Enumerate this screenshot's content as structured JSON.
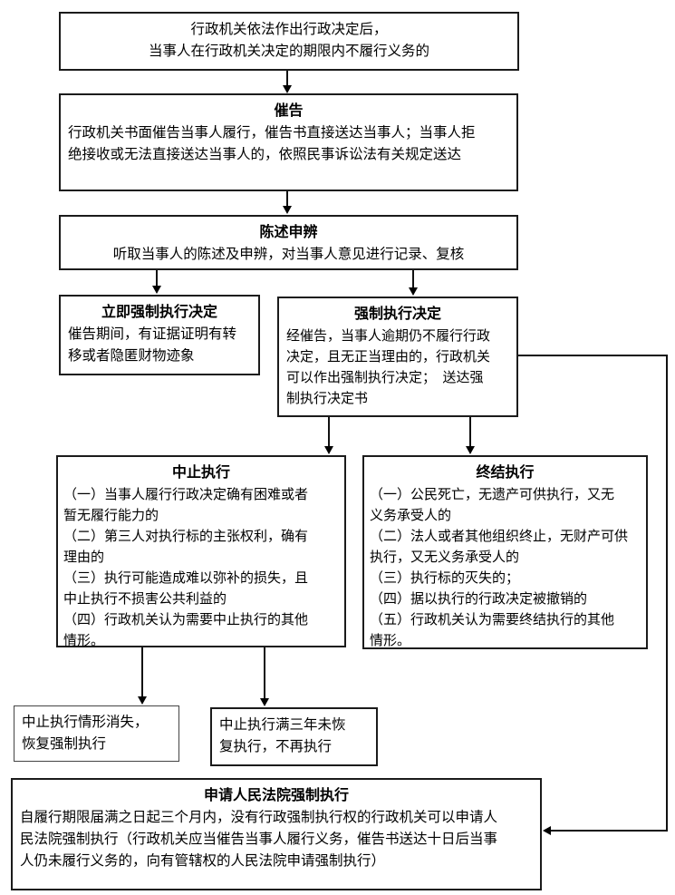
{
  "colors": {
    "background": "#ffffff",
    "border": "#1b1b1b",
    "text": "#000000",
    "arrow": "#000000"
  },
  "boxes": {
    "decision": {
      "body": "行政机关依法作出行政决定后，\n当事人在行政机关决定的期限内不履行义务的"
    },
    "cuigao": {
      "title": "催告",
      "body": "行政机关书面催告当事人履行，催告书直接送达当事人；当事人拒\n绝接收或无法直接送达当事人的，依照民事诉讼法有关规定送达"
    },
    "chenshu": {
      "title": "陈述申辨",
      "body": "听取当事人的陈述及申辨，对当事人意见进行记录、复核"
    },
    "liji": {
      "title": "立即强制执行决定",
      "body": "催告期间，有证据证明有转\n移或者隐匿财物迹象"
    },
    "qiangzhi": {
      "title": "强制执行决定",
      "body": "经催告，当事人逾期仍不履行行政\n决定，且无正当理由的，行政机关\n可以作出强制执行决定；　送达强\n制执行决定书"
    },
    "zhongzhi": {
      "title": "中止执行",
      "body": "（一）当事人履行行政决定确有困难或者\n暂无履行能力的\n（二）第三人对执行标的主张权利，确有\n理由的\n（三）执行可能造成难以弥补的损失，且\n中止执行不损害公共利益的\n（四）行政机关认为需要中止执行的其他\n情形。"
    },
    "zhongjie": {
      "title": "终结执行",
      "body": "（一）公民死亡，无遗产可供执行，又无\n义务承受人的\n（二）法人或者其他组织终止，无财产可供\n执行，又无义务承受人的\n（三）执行标的灭失的；\n（四）据以执行的行政决定被撤销的\n（五）行政机关认为需要终结执行的其他\n情形。"
    },
    "xiaoshi": {
      "body": "中止执行情形消失，\n恢复强制执行"
    },
    "sannian": {
      "body": "中止执行满三年未恢\n复执行，不再执行"
    },
    "shenqing": {
      "title": "申请人民法院强制执行",
      "body": "自履行期限届满之日起三个月内，没有行政强制执行权的行政机关可以申请人\n民法院强制执行（行政机关应当催告当事人履行义务，催告书送达十日后当事\n人仍未履行义务的，向有管辖权的人民法院申请强制执行）"
    }
  }
}
